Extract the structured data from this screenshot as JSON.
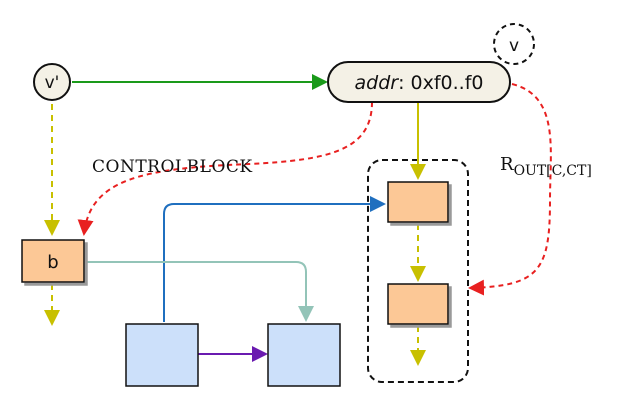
{
  "nodes": {
    "v_prime": "v'",
    "v": "v",
    "addr_italic": "addr",
    "addr_rest": ": 0xf0..f0",
    "b": "b"
  },
  "labels": {
    "control_block": "CONTROLBLOCK",
    "rout_main": "R",
    "rout_sub": "OUT[C,CT]"
  },
  "colors": {
    "green": "#1a9a1a",
    "yellow": "#c8c000",
    "red": "#e82020",
    "blue": "#1f6fbf",
    "teal": "#93c4b8",
    "purple": "#6a1ab0",
    "orange_fill": "#fcc896",
    "blue_fill": "#cce0fa"
  }
}
